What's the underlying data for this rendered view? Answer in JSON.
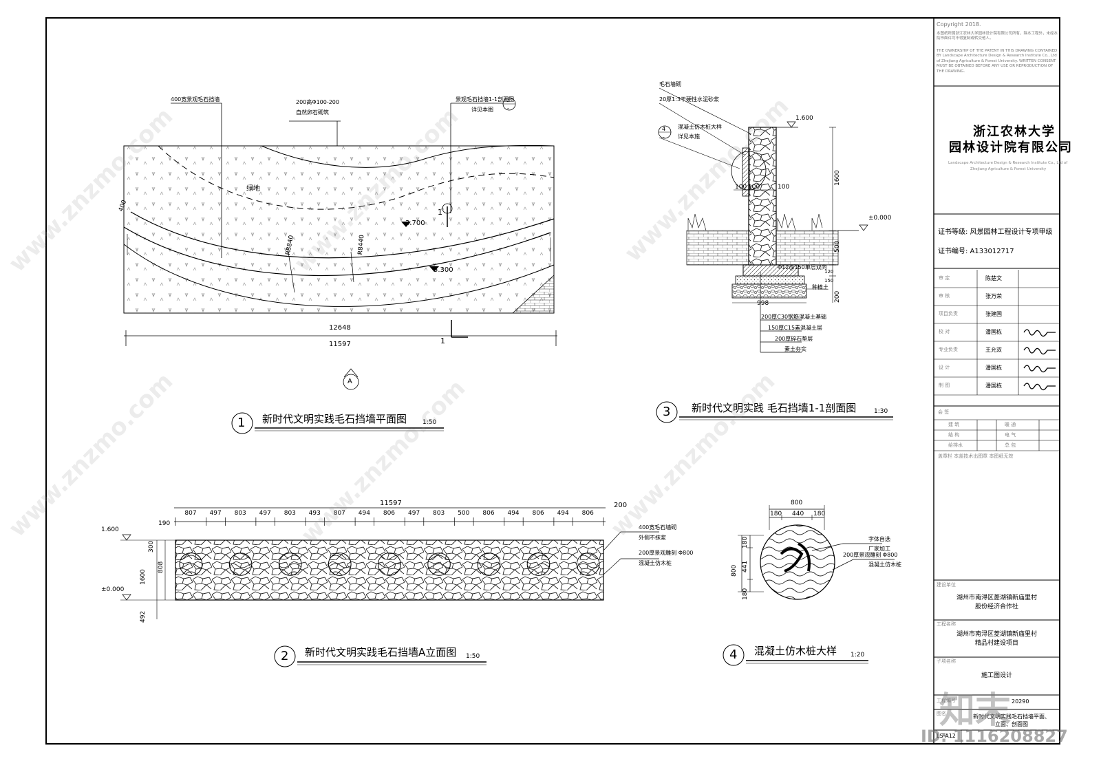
{
  "title_block": {
    "copyright": "Copyright 2018.",
    "copyright_zh": "本图纸所属浙江农林大学园林设计院有限公司所有，除本工程外，未经本院书面许可不得复制或转交他人。",
    "copyright_en": "THE OWNERSHIP OF THE PATENT IN THIS DRAWING CONTAINED BY Landscape Architecture Design & Research Institute Co., Ltd of Zhejiang Agriculture & Forest University. WRITTEN CONSENT MUST BE OBTAINED BEFORE ANY USE OR REPRODUCTION OF THE DRAWING.",
    "company_line1": "浙江农林大学",
    "company_line2": "园林设计院有限公司",
    "company_en_1": "Landscape Architecture Design & Research Institute Co., Ltd of",
    "company_en_2": "Zhejiang Agriculture & Forest University",
    "cert_level": "证书等级:  风景园林工程设计专项甲级",
    "cert_no": "证书编号:  A133012717",
    "staff": [
      {
        "role": "审  定",
        "name": "陈楚文"
      },
      {
        "role": "审  核",
        "name": "张万荣"
      },
      {
        "role": "项目负责",
        "name": "张建国"
      },
      {
        "role": "校  对",
        "name": "潘国栋"
      },
      {
        "role": "专业负责",
        "name": "王允双"
      },
      {
        "role": "设  计",
        "name": "潘国栋"
      },
      {
        "role": "制  图",
        "name": "潘国栋"
      }
    ],
    "countersign_label": "会  签",
    "countersign": [
      [
        "建  筑",
        "暖  通"
      ],
      [
        "结  构",
        "电  气"
      ],
      [
        "给排水",
        "总  包"
      ]
    ],
    "stamp_note": "盖章栏        本盖技术出图章  本图纸无效",
    "client_label": "建设单位",
    "client": "湖州市南浔区菱湖镇新庙里村\n股份经济合作社",
    "project_label": "工程名称",
    "project": "湖州市南浔区菱湖镇新庙里村\n精品村建设项目",
    "stage_label": "子项名称",
    "stage": "施工图设计",
    "job_label": "工程编号",
    "job_no": "20290",
    "drawing_label": "图名",
    "drawing_name": "新时代文明实践毛石挡墙平面、\n立面、剖面图",
    "sheet_no": "LS-A12"
  },
  "watermark": {
    "site": "www.znzmo.com",
    "logo": "知末",
    "id": "ID: 1116208827"
  },
  "views": {
    "plan": {
      "num": "1",
      "title": "新时代文明实践毛石挡墙平面图",
      "scale": "1:50",
      "callout_wall": "400宽景观毛石挡墙",
      "callout_stone": "200高Φ100-200",
      "callout_stone2": "自然卵石砌筑",
      "callout_ref": "景观毛石挡墙1-1剖面图",
      "callout_ref2": "详见本图",
      "ref_num": "3",
      "ref_sheet": "-",
      "green": "绿地",
      "elev1": "3.700",
      "elev2": "5.300",
      "r1": "R8840",
      "r2": "R8440",
      "w400": "400",
      "arc_len": "12648",
      "total": "11597",
      "section_mark": "1",
      "view_mark": "A"
    },
    "elevation": {
      "num": "2",
      "title": "新时代文明实践毛石挡墙A立面图",
      "scale": "1:50",
      "total": "11597",
      "right_ext": "200",
      "left_ext": "190",
      "segments": [
        "807",
        "497",
        "803",
        "497",
        "803",
        "493",
        "807",
        "494",
        "806",
        "497",
        "803",
        "500",
        "806",
        "494",
        "806",
        "494",
        "806"
      ],
      "top_elev": "1.600",
      "base_elev": "±0.000",
      "h_total": "1600",
      "h_top": "300",
      "h_mid": "808",
      "below": "492",
      "note1": "400宽毛石墙砌",
      "note1b": "外侧不抹浆",
      "note2": "200厚景观雕刻 Φ800",
      "note2b": "混凝土仿木桩"
    },
    "section": {
      "num": "3",
      "title": "新时代文明实践  毛石挡墙1-1剖面图",
      "scale": "1:30",
      "note_stone": "毛石墙砌",
      "note_mortar": "20厚1:3干硬性水泥砂浆",
      "note_ref": "混凝土仿木桩大样",
      "note_ref2": "详见本施",
      "ref_num": "4",
      "ref_sheet": "-",
      "top_elev": "1.600",
      "ground": "±0.000",
      "h1600": "1600",
      "h500": "500",
      "h120": "120",
      "h150": "150",
      "h200": "200",
      "w100a": "100",
      "w100b": "100",
      "w100c": "100",
      "w998": "998",
      "phi": "Φ12@150单层双向",
      "layer1": "200厚C30钢筋混凝土基础",
      "layer2": "150厚C15素混凝土层",
      "layer3": "200厚碎石垫层",
      "layer4": "素土夯实",
      "pile": "种植土"
    },
    "detail": {
      "num": "4",
      "title": "混凝土仿木桩大样",
      "scale": "1:20",
      "w": "800",
      "w1": "180",
      "w2": "440",
      "w3": "180",
      "h": "800",
      "h1": "180",
      "h2": "441",
      "h3": "180",
      "note1": "字体自选",
      "note1b": "厂家加工",
      "note2": "200厚景观雕刻 Φ800",
      "note2b": "混凝土仿木桩"
    }
  }
}
